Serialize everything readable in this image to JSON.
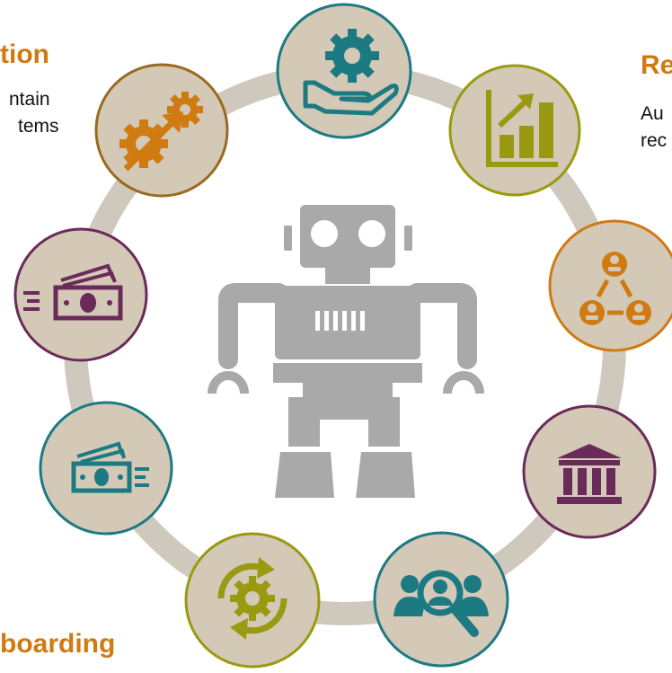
{
  "texts": {
    "heading_left": "tion",
    "text_left_1": "ntain",
    "text_left_2": "tems",
    "heading_right": "Re",
    "text_right_1": "Au",
    "text_right_2": "rec",
    "heading_bottom": "boarding"
  },
  "colors": {
    "ring": "#cfc9bd",
    "circle_fill": "#d4c8b6",
    "robot": "#a9a9a9",
    "teal": "#1c7a82",
    "olive": "#9a9a12",
    "orange": "#d07a12",
    "purple": "#6a2a5a"
  },
  "icons": [
    {
      "name": "gear-hand-icon",
      "color": "teal"
    },
    {
      "name": "bar-chart-growth-icon",
      "color": "olive"
    },
    {
      "name": "people-network-icon",
      "color": "orange"
    },
    {
      "name": "bank-building-icon",
      "color": "purple"
    },
    {
      "name": "search-people-icon",
      "color": "teal"
    },
    {
      "name": "gear-cycle-icon",
      "color": "olive"
    },
    {
      "name": "money-outgoing-icon",
      "color": "teal"
    },
    {
      "name": "money-incoming-icon",
      "color": "purple"
    },
    {
      "name": "gears-arrow-icon",
      "color": "orange"
    }
  ],
  "center": {
    "name": "robot-icon"
  }
}
